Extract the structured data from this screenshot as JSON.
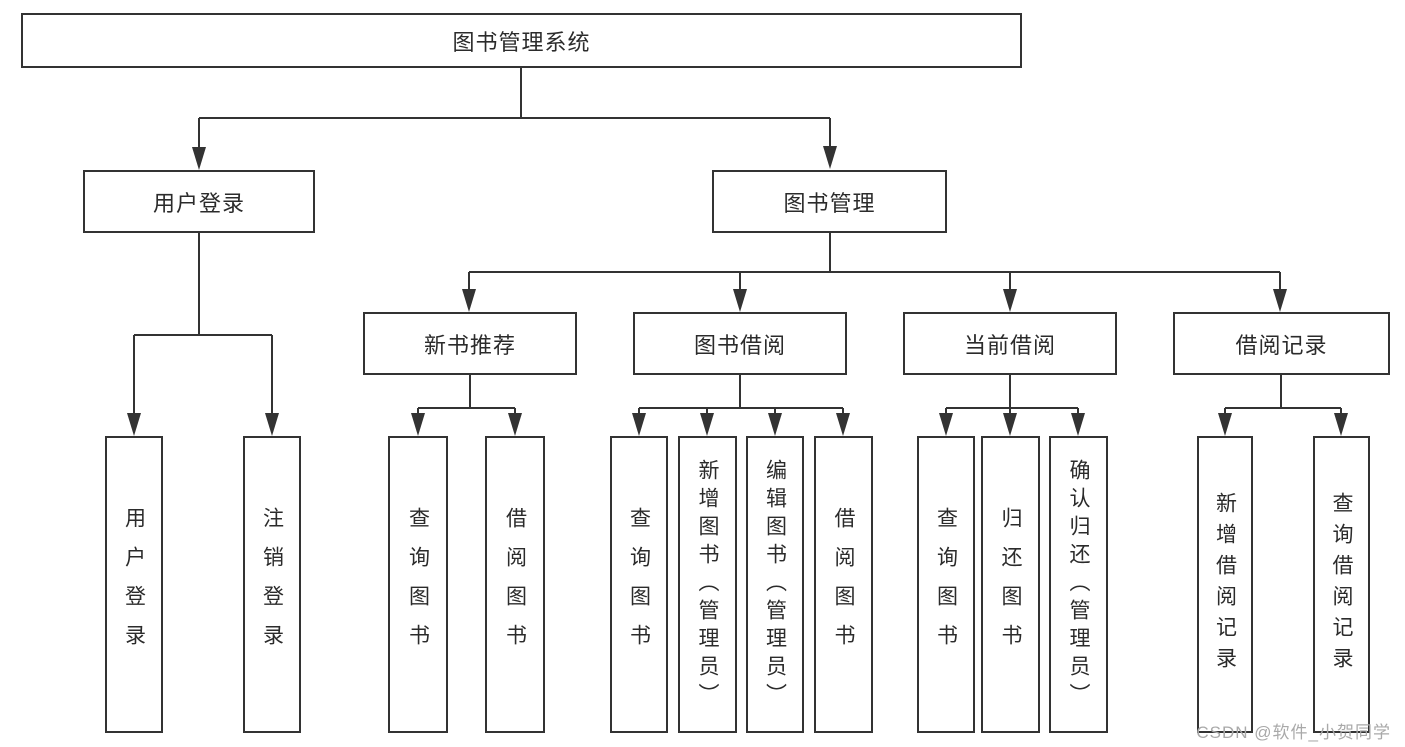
{
  "diagram": {
    "root": {
      "label": "图书管理系统"
    },
    "level2": {
      "user_login": {
        "label": "用户登录"
      },
      "book_mgmt": {
        "label": "图书管理"
      }
    },
    "level3": {
      "new_book_rec": {
        "label": "新书推荐"
      },
      "book_borrow": {
        "label": "图书借阅"
      },
      "current_borrow": {
        "label": "当前借阅"
      },
      "borrow_records": {
        "label": "借阅记录"
      }
    },
    "leaves": {
      "user_login_child_1": {
        "label": "用户登录"
      },
      "user_login_child_2": {
        "label": "注销登录"
      },
      "new_book_child_1": {
        "label": "查询图书"
      },
      "new_book_child_2": {
        "label": "借阅图书"
      },
      "book_borrow_child_1": {
        "label": "查询图书"
      },
      "book_borrow_child_2": {
        "label": "新增图书（管理员）"
      },
      "book_borrow_child_3": {
        "label": "编辑图书（管理员）"
      },
      "book_borrow_child_4": {
        "label": "借阅图书"
      },
      "current_borrow_child_1": {
        "label": "查询图书"
      },
      "current_borrow_child_2": {
        "label": "归还图书"
      },
      "current_borrow_child_3": {
        "label": "确认归还（管理员）"
      },
      "borrow_records_child_1": {
        "label": "新增借阅记录"
      },
      "borrow_records_child_2": {
        "label": "查询借阅记录"
      }
    }
  },
  "watermark": {
    "text": "CSDN @软件_小贺同学"
  },
  "colors": {
    "line": "#333333",
    "box_border": "#333333",
    "text": "#2b2b2b",
    "watermark": "#a9a9a9",
    "background": "#ffffff"
  }
}
